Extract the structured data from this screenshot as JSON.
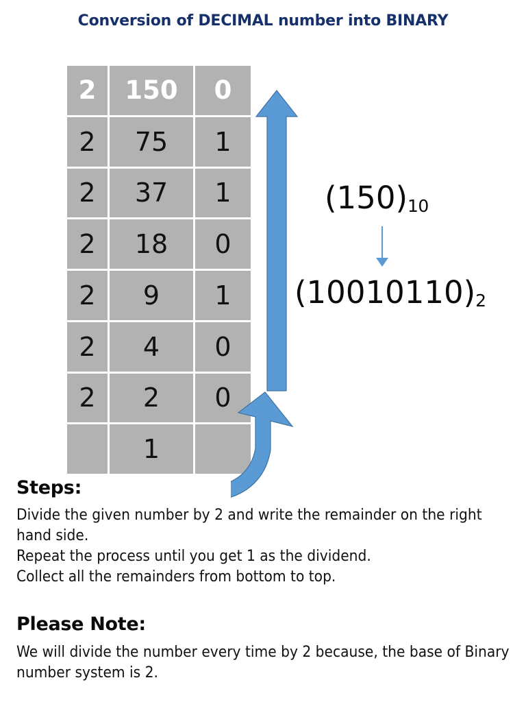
{
  "title": "Conversion of DECIMAL number into BINARY",
  "colors": {
    "title_navy": "#16306b",
    "table_gray": "#b2b2b2",
    "arrow_blue_light": "#5b9bd5",
    "arrow_blue_dark": "#3f72a2",
    "thin_arrow_blue": "#5b9bd5",
    "text_black": "#111111",
    "header_text_white": "#ffffff",
    "background": "#ffffff"
  },
  "table": {
    "columns": [
      "divisor",
      "dividend",
      "remainder"
    ],
    "rows": [
      {
        "divisor": "2",
        "dividend": "150",
        "remainder": "0"
      },
      {
        "divisor": "2",
        "dividend": "75",
        "remainder": "1"
      },
      {
        "divisor": "2",
        "dividend": "37",
        "remainder": "1"
      },
      {
        "divisor": "2",
        "dividend": "18",
        "remainder": "0"
      },
      {
        "divisor": "2",
        "dividend": "9",
        "remainder": "1"
      },
      {
        "divisor": "2",
        "dividend": "4",
        "remainder": "0"
      },
      {
        "divisor": "2",
        "dividend": "2",
        "remainder": "0"
      },
      {
        "divisor": "",
        "dividend": "1",
        "remainder": ""
      }
    ]
  },
  "annotations": {
    "decimal_value": "(150)",
    "decimal_base": "10",
    "binary_value": "(10010110)",
    "binary_base": "2"
  },
  "steps": {
    "heading": "Steps:",
    "lines": [
      "Divide the given number by 2 and write the remainder on the right hand side.",
      "Repeat the process until you get 1 as the dividend.",
      "Collect all the remainders from bottom to top."
    ]
  },
  "note": {
    "heading": "Please Note:",
    "lines": [
      "We will divide the number every time by 2 because, the base of Binary number system is 2."
    ]
  },
  "icons": {
    "up_arrow": "arrow-up-icon",
    "curved_arrow": "curved-arrow-up-icon",
    "conversion_arrow": "arrow-down-thin-icon"
  }
}
